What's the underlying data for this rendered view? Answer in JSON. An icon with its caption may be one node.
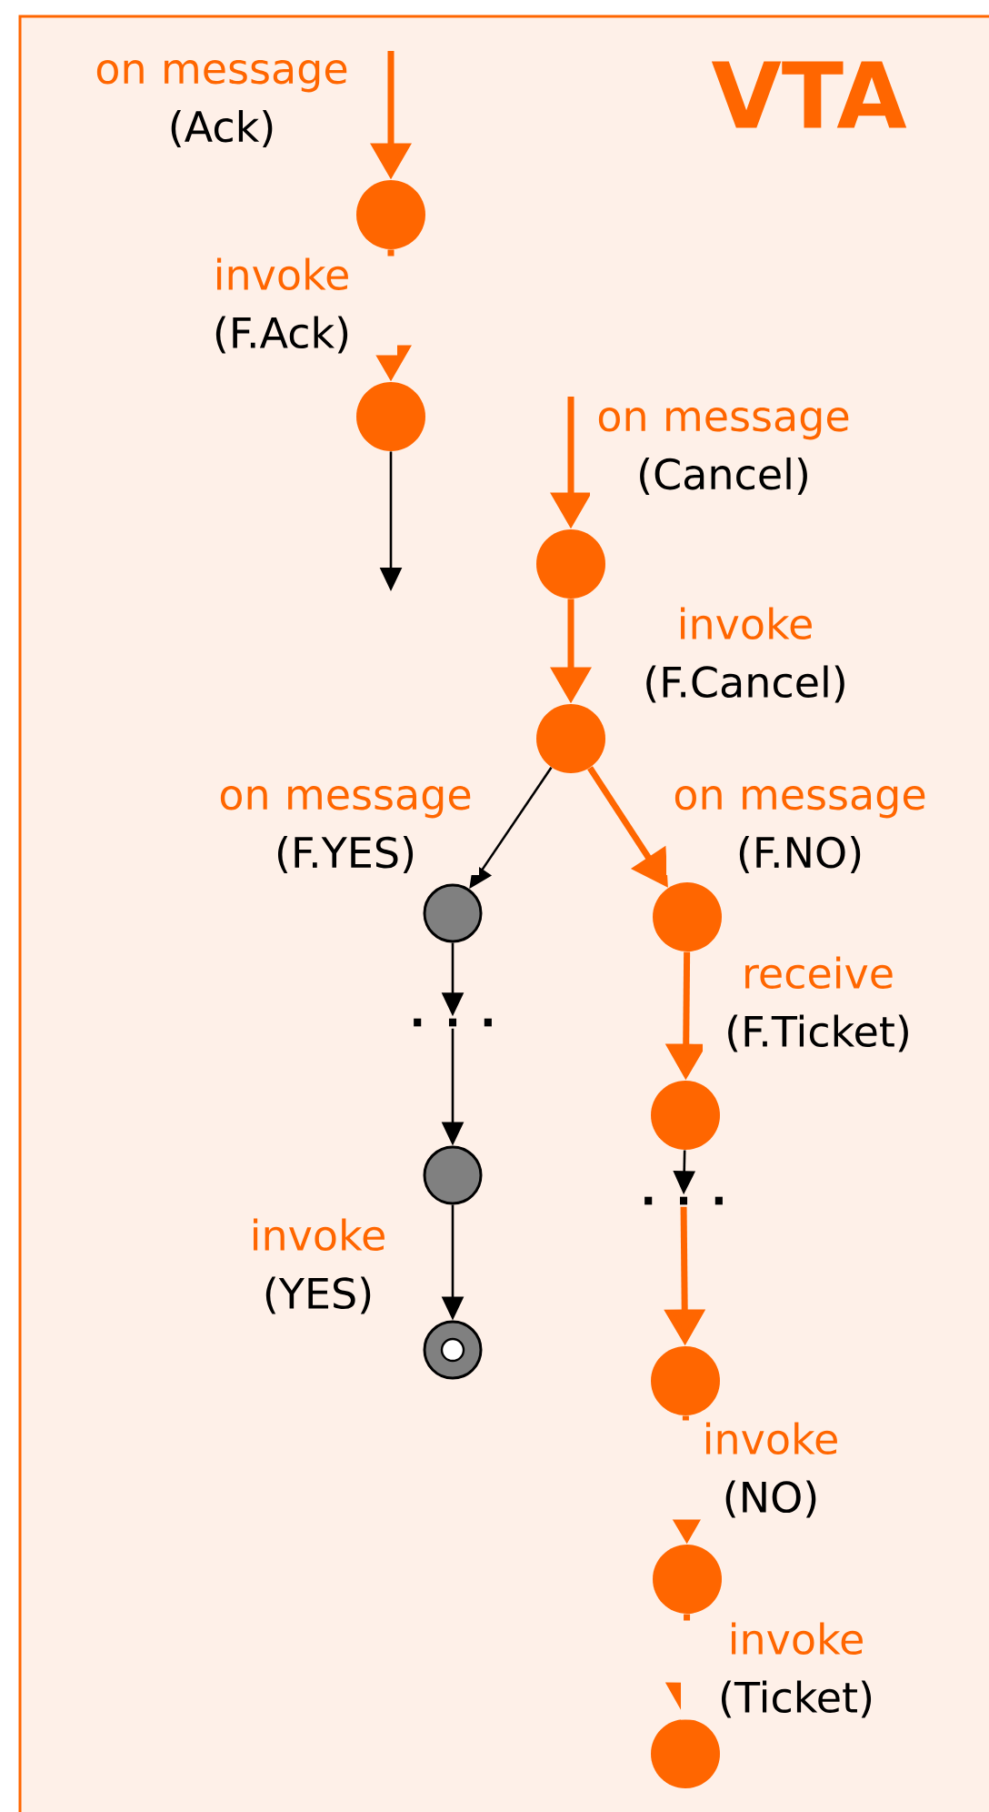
{
  "diagram": {
    "title": "VTA",
    "nodes": [
      {
        "text": [],
        "shape": "circle"
      },
      {
        "text": [],
        "shape": "circle"
      },
      {
        "text": [],
        "shape": "circle"
      },
      {
        "text": [],
        "shape": "circle"
      },
      {
        "text": [],
        "shape": "circle"
      },
      {
        "text": [],
        "shape": "circle"
      },
      {
        "text": [
          ". . ."
        ]
      },
      {
        "text": [],
        "shape": "circle"
      },
      {
        "text": [
          ". . ."
        ]
      },
      {
        "text": [],
        "shape": "circle"
      },
      {
        "text": [],
        "shape": "ring"
      },
      {
        "text": [],
        "shape": "circle"
      },
      {
        "text": [],
        "shape": "circle"
      },
      {
        "text": [],
        "shape": "circle"
      }
    ],
    "edges": [
      {
        "from": null,
        "to": 0,
        "arrow": "to",
        "label": "on message (Ack)"
      },
      {
        "from": 0,
        "to": 1,
        "arrow": "to",
        "label": "invoke (F.Ack)"
      },
      {
        "from": 1,
        "to": null,
        "arrow": "to",
        "color": "#000000"
      },
      {
        "from": null,
        "to": 2,
        "arrow": "to",
        "label": "on message (Cancel)"
      },
      {
        "from": 2,
        "to": 3,
        "arrow": "to",
        "label": "invoke (F.Cancel)"
      },
      {
        "from": 3,
        "to": 4,
        "arrow": "to",
        "label": "on message (F.YES)",
        "color": "#000000"
      },
      {
        "from": 3,
        "to": 5,
        "arrow": "to",
        "label": "on message (F.NO)"
      },
      {
        "from": 4,
        "to": 6,
        "arrow": "to",
        "color": "#000000"
      },
      {
        "from": 6,
        "to": 9,
        "arrow": "to",
        "color": "#000000"
      },
      {
        "from": 9,
        "to": 10,
        "arrow": "to",
        "label": "invoke (YES)",
        "color": "#000000"
      },
      {
        "from": 5,
        "to": 7,
        "arrow": "to",
        "label": "receive (F.Ticket)"
      },
      {
        "from": 7,
        "to": 8,
        "arrow": "to",
        "color": "#000000"
      },
      {
        "from": 8,
        "to": 11,
        "arrow": "to"
      },
      {
        "from": 11,
        "to": 12,
        "arrow": "to",
        "label": "invoke (NO)"
      },
      {
        "from": 12,
        "to": 13,
        "arrow": "to",
        "label": "invoke (Ticket)"
      }
    ]
  }
}
